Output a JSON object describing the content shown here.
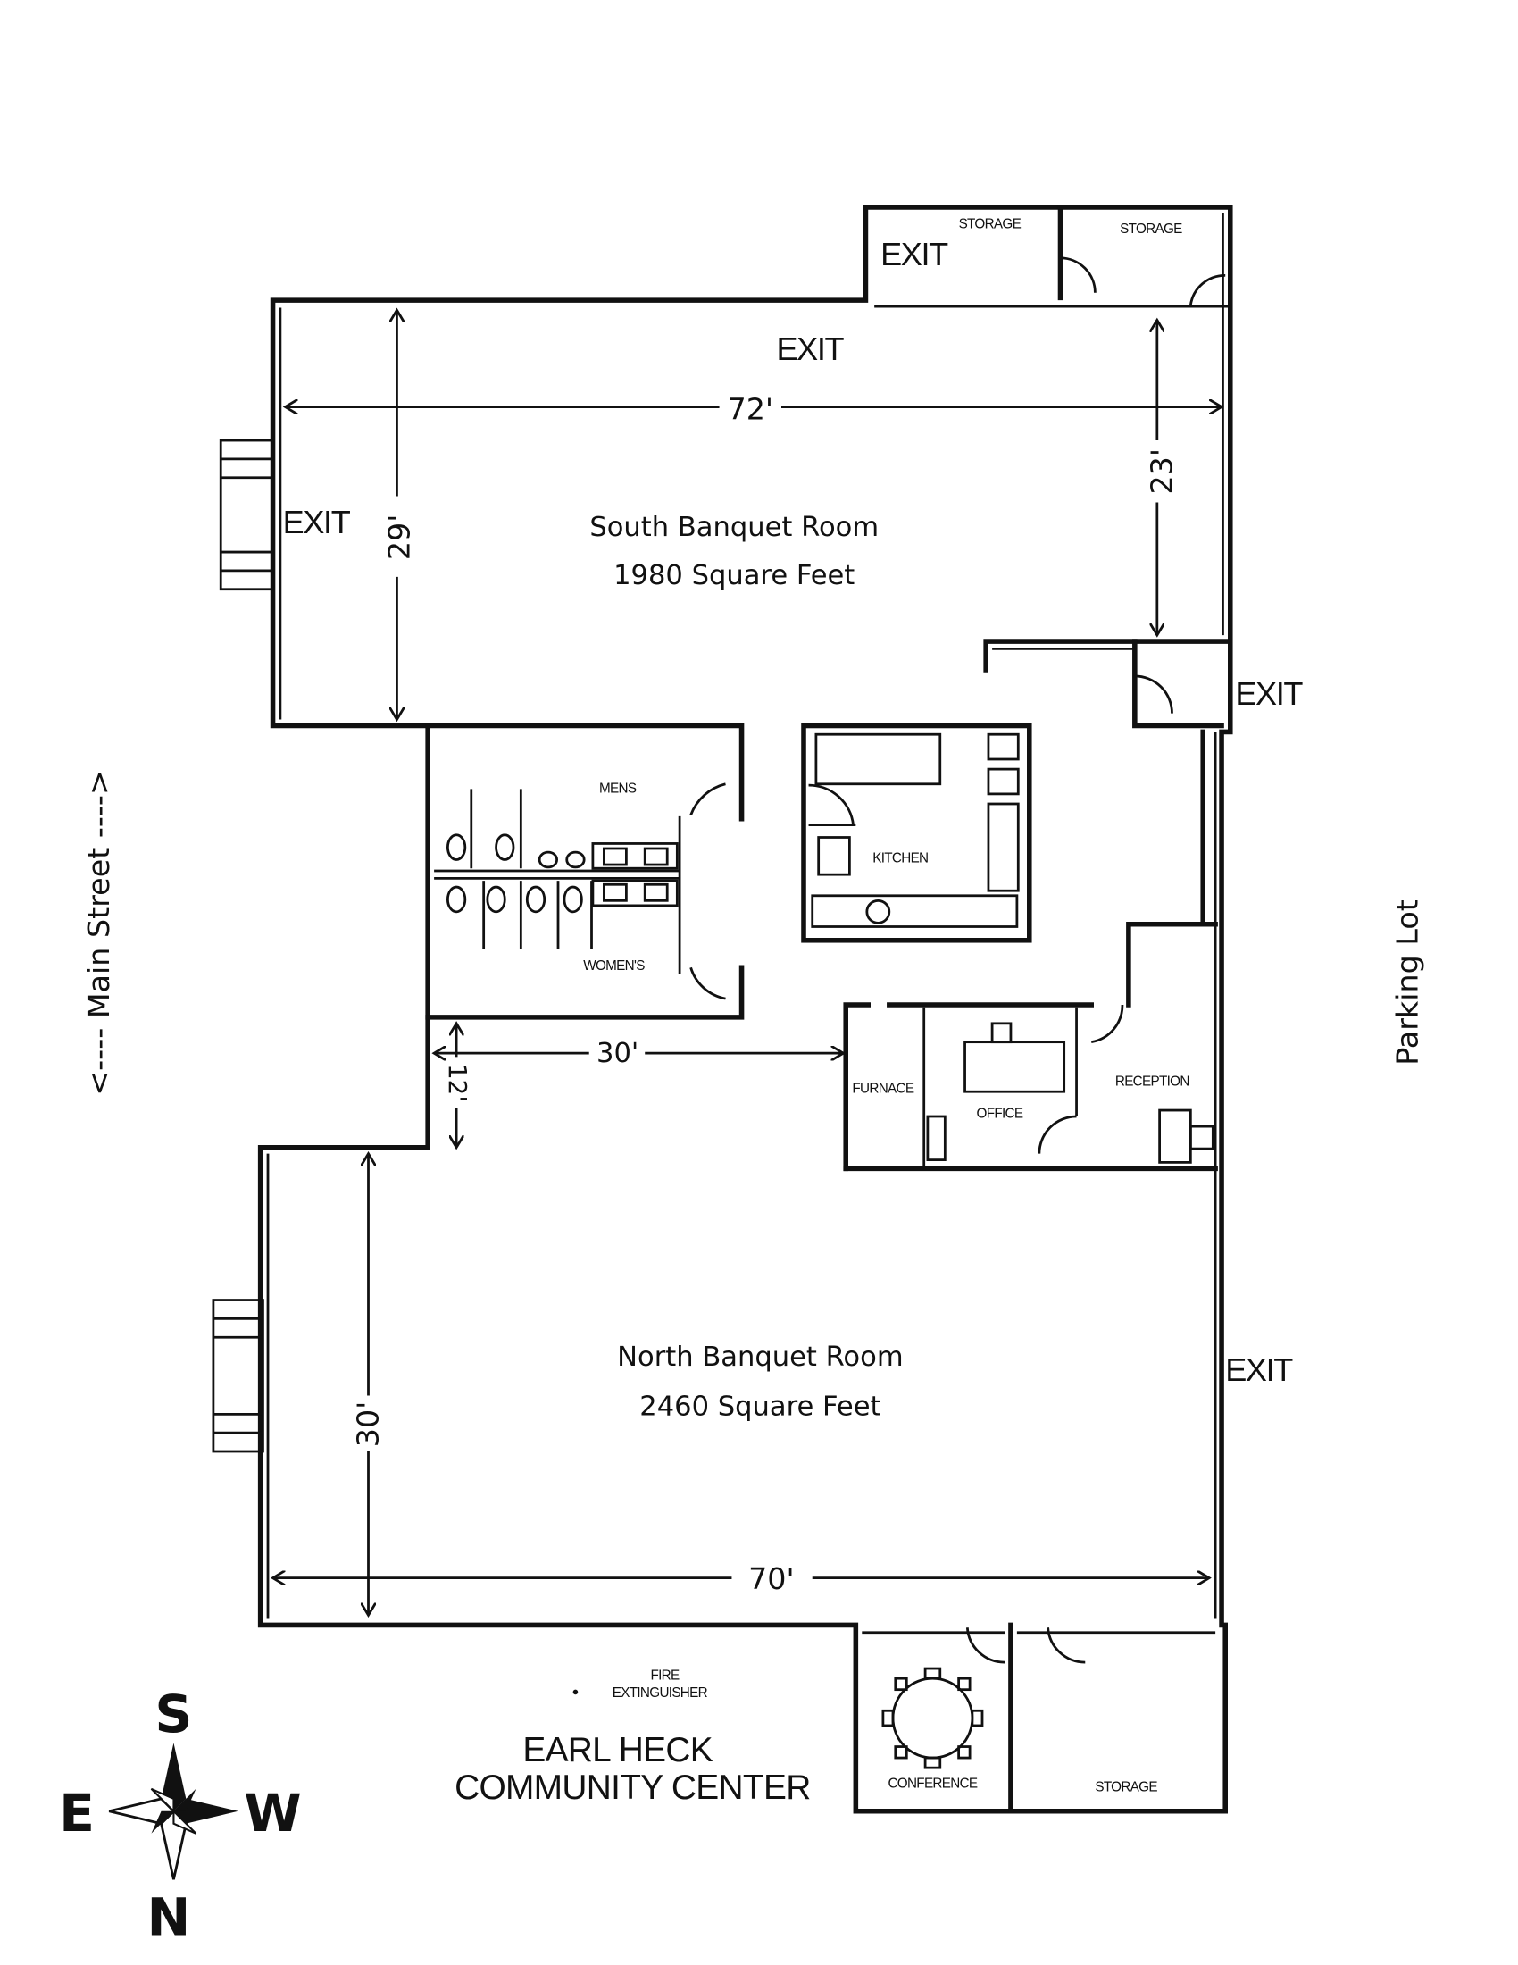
{
  "title": {
    "line1": "EARL HECK",
    "line2": "COMMUNITY CENTER"
  },
  "orientation": {
    "west_side_label": "<---- Main Street ---->",
    "east_side_label": "Parking Lot",
    "compass": {
      "top": "S",
      "left": "E",
      "right": "W",
      "bottom": "N"
    }
  },
  "rooms": {
    "south_banquet": {
      "name": "South Banquet Room",
      "area": "1980 Square Feet"
    },
    "north_banquet": {
      "name": "North Banquet Room",
      "area": "2460 Square Feet"
    },
    "storage_1": "STORAGE",
    "storage_2": "STORAGE",
    "storage_3": "STORAGE",
    "mens": "MENS",
    "womens": "WOMEN'S",
    "kitchen": "KITCHEN",
    "furnace": "FURNACE",
    "office": "OFFICE",
    "reception": "RECEPTION",
    "conference": "CONFERENCE"
  },
  "exits": [
    "EXIT",
    "EXIT",
    "EXIT",
    "EXIT",
    "EXIT"
  ],
  "dimensions": {
    "south_width": "72'",
    "south_depth_west": "29'",
    "south_depth_east": "23'",
    "hall_width": "30'",
    "hall_depth": "12'",
    "north_depth": "30'",
    "north_width": "70'"
  },
  "fire_extinguisher": {
    "line1": "FIRE",
    "line2": "EXTINGUISHER"
  }
}
